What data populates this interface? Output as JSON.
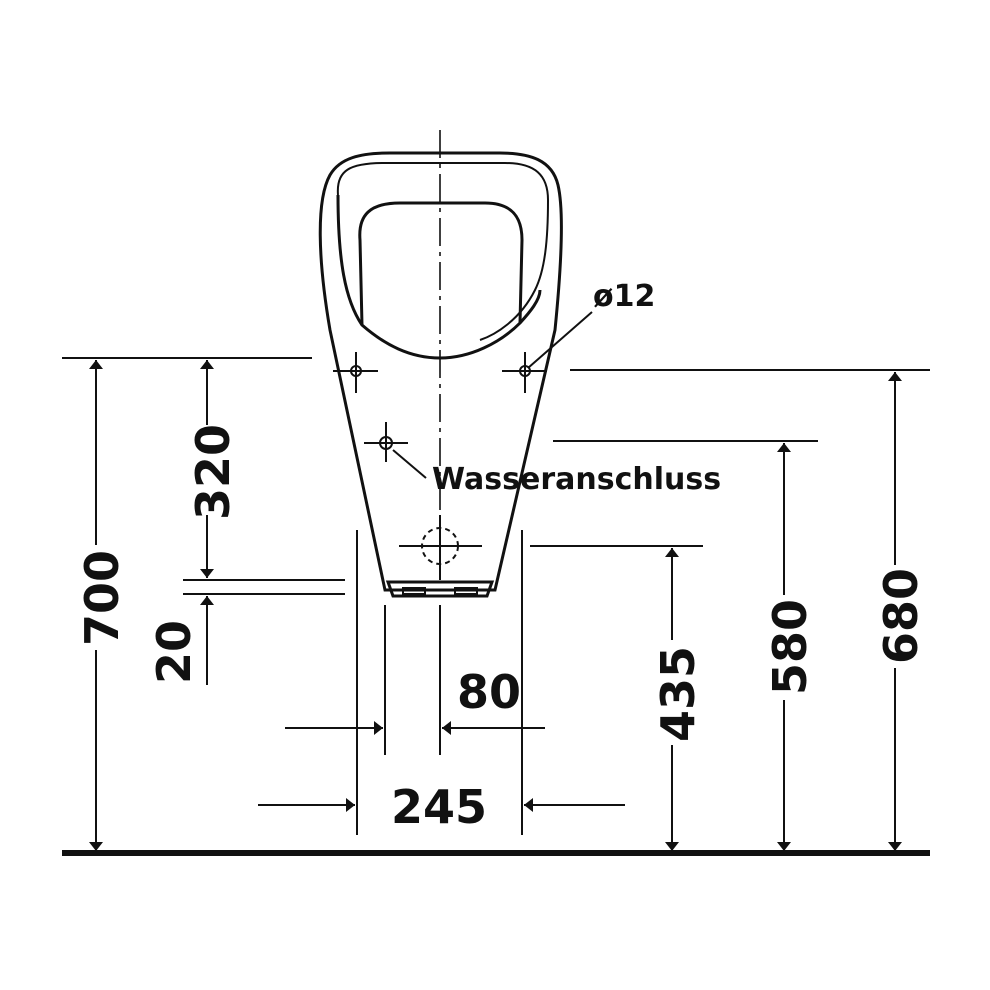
{
  "title": "Urinal dimension drawing",
  "labels": {
    "hole_diameter": "ø12",
    "water_connection": "Wasseranschluss"
  },
  "dimensions": {
    "total_height": "700",
    "fixing_to_bottom": "320",
    "bottom_offset": "20",
    "outlet_height": "435",
    "water_inlet_height": "580",
    "fixing_height": "680",
    "outlet_offset": "80",
    "bottom_width": "245"
  }
}
